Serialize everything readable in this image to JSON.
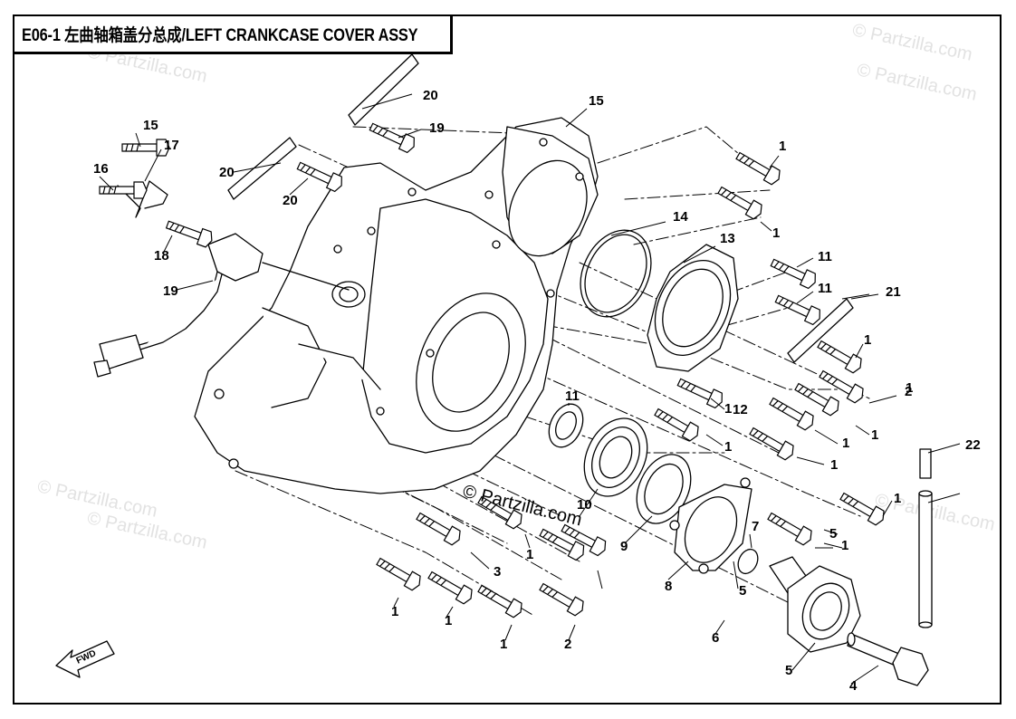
{
  "title": "E06-1 左曲轴箱盖分总成/LEFT CRANKCASE COVER ASSY",
  "watermark": "© Partzilla.com",
  "center_watermark": "© Partzilla.com",
  "direction_label": "FWD",
  "callouts": [
    {
      "n": "1"
    },
    {
      "n": "1"
    },
    {
      "n": "1"
    },
    {
      "n": "1"
    },
    {
      "n": "1"
    },
    {
      "n": "1"
    },
    {
      "n": "1"
    },
    {
      "n": "1"
    },
    {
      "n": "1"
    },
    {
      "n": "1"
    },
    {
      "n": "1"
    },
    {
      "n": "1"
    },
    {
      "n": "1"
    },
    {
      "n": "1"
    },
    {
      "n": "1"
    },
    {
      "n": "2"
    },
    {
      "n": "2"
    },
    {
      "n": "3"
    },
    {
      "n": "4"
    },
    {
      "n": "5"
    },
    {
      "n": "5"
    },
    {
      "n": "5"
    },
    {
      "n": "6"
    },
    {
      "n": "7"
    },
    {
      "n": "8"
    },
    {
      "n": "9"
    },
    {
      "n": "10"
    },
    {
      "n": "11"
    },
    {
      "n": "11"
    },
    {
      "n": "11"
    },
    {
      "n": "12"
    },
    {
      "n": "13"
    },
    {
      "n": "14"
    },
    {
      "n": "15"
    },
    {
      "n": "15"
    },
    {
      "n": "16"
    },
    {
      "n": "17"
    },
    {
      "n": "18"
    },
    {
      "n": "19"
    },
    {
      "n": "19"
    },
    {
      "n": "20"
    },
    {
      "n": "20"
    },
    {
      "n": "20"
    },
    {
      "n": "21"
    },
    {
      "n": "22"
    }
  ]
}
